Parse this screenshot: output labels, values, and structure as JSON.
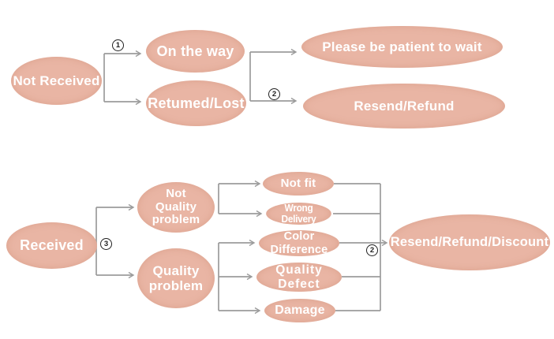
{
  "colors": {
    "ellipse_fill": "#e9b5a4",
    "line": "#9b9b9b",
    "node_text": "#ffffff",
    "marker_ink": "#1f1f1f",
    "marker_bg": "#ffffff"
  },
  "top_flow": {
    "start": "Not Received",
    "marker1": "1",
    "branches": [
      "On the way",
      "Retumed/Lost"
    ],
    "marker2": "2",
    "outcomes": [
      "Please be patient to wait",
      "Resend/Refund"
    ]
  },
  "bottom_flow": {
    "start": "Received",
    "marker3": "3",
    "categories": [
      "Not Quality problem",
      "Quality problem"
    ],
    "reasons": [
      "Not fit",
      "Wrong Delivery",
      "Color Difference",
      "Quality Defect",
      "Damage"
    ],
    "marker2": "2",
    "outcome": "Resend/Refund/Discount"
  }
}
